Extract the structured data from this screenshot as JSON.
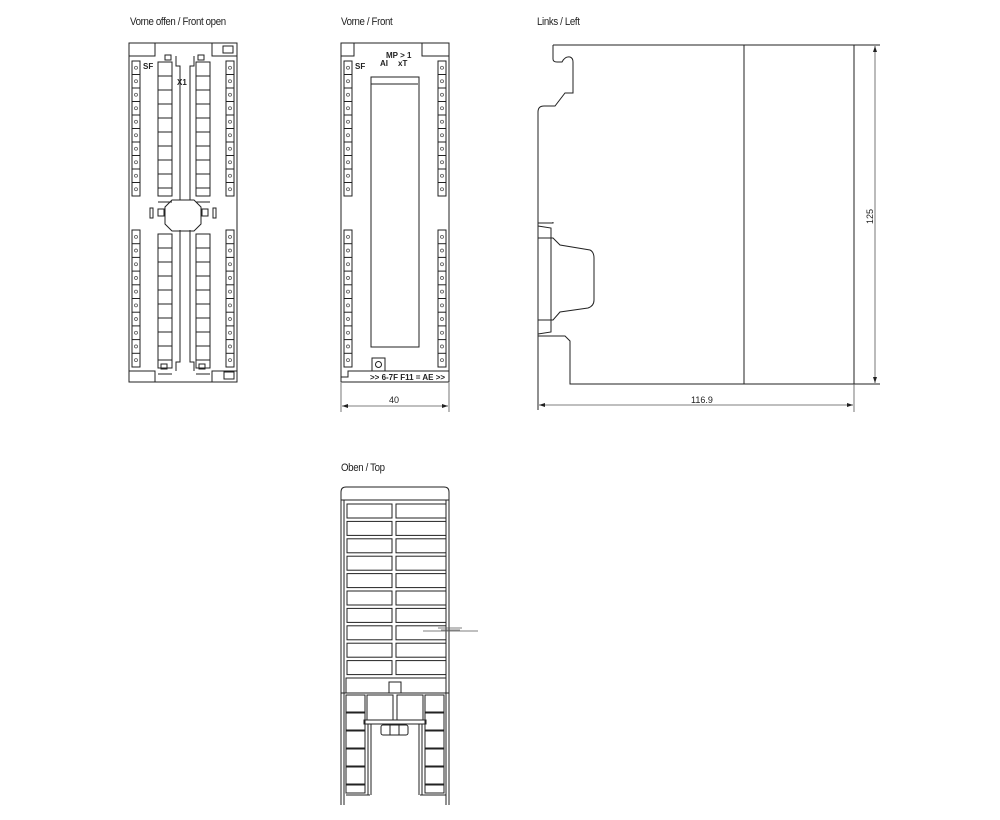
{
  "views": {
    "front_open": {
      "title": "Vorne offen / Front open",
      "connector_label": "X1",
      "led_label": "SF"
    },
    "front": {
      "title": "Vorne / Front",
      "led_label": "SF",
      "top_label_1": "MP > 1",
      "top_label_2": "AI",
      "top_label_3": "xT",
      "bottom_label": ">> 6-7F F11 = AE >>",
      "width_dim": "40"
    },
    "left": {
      "title": "Links / Left",
      "depth_dim": "116.9",
      "height_dim": "125"
    },
    "top": {
      "title": "Oben / Top"
    }
  },
  "dimensions": {
    "width_mm": "40",
    "depth_mm": "116.9",
    "height_mm": "125"
  },
  "colors": {
    "line": "#222222",
    "background": "#ffffff"
  }
}
